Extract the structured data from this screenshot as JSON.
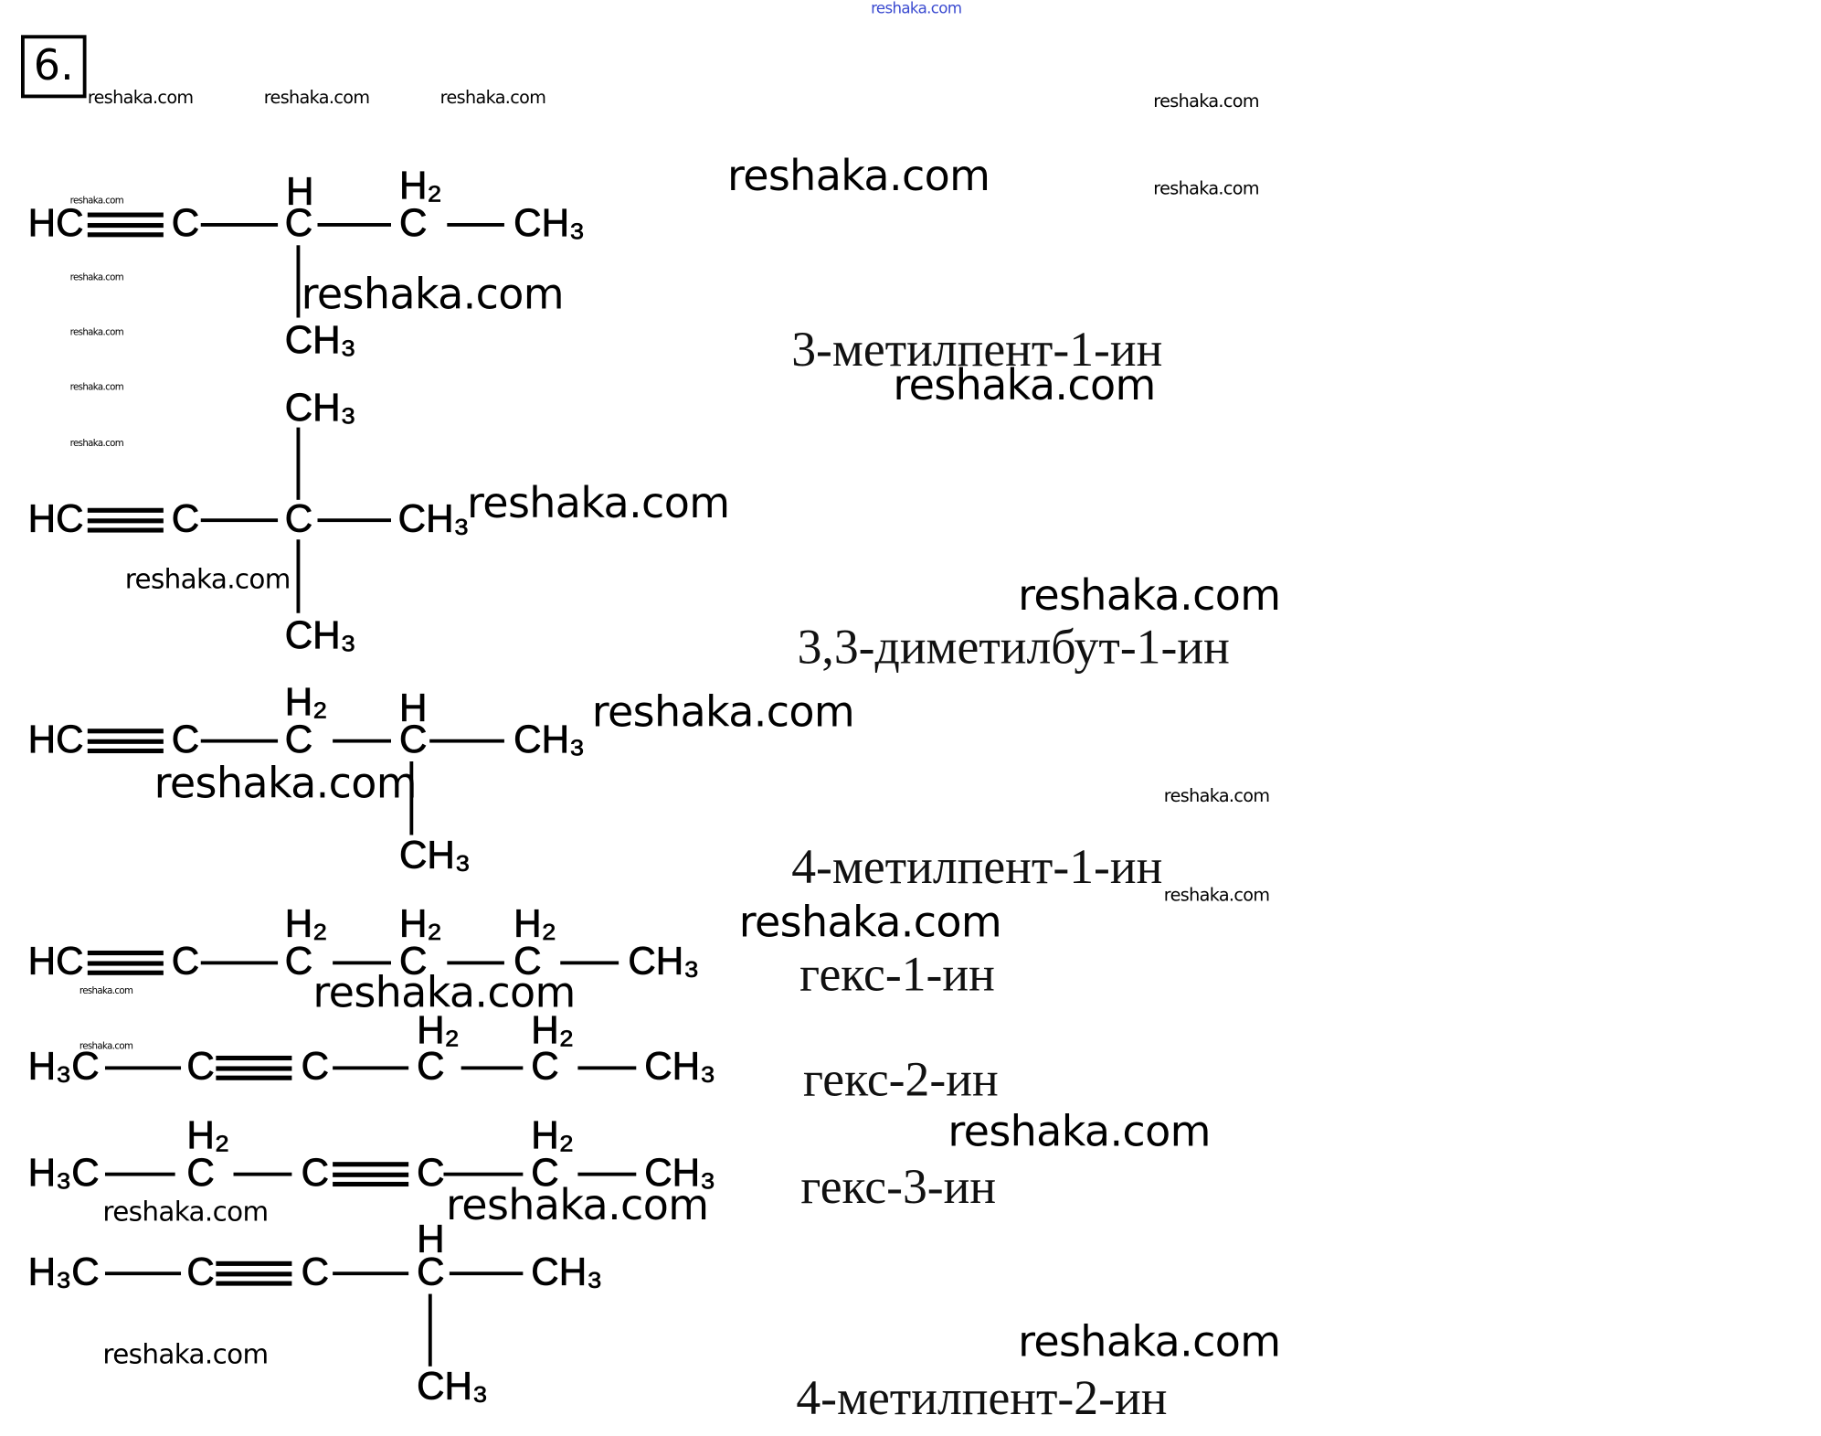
{
  "task_number": "6.",
  "molecules": [
    {
      "name": "3-метилпент-1-ин",
      "atoms": [
        "HC",
        "C",
        "C",
        "H",
        "C",
        "H₂",
        "CH₃",
        "CH₃"
      ]
    },
    {
      "name": "3,3-диметилбут-1-ин",
      "atoms": [
        "CH₃",
        "HC",
        "C",
        "C",
        "CH₃",
        "CH₃"
      ]
    },
    {
      "name": "4-метилпент-1-ин",
      "atoms": [
        "HC",
        "C",
        "C",
        "H₂",
        "C",
        "H",
        "CH₃",
        "CH₃"
      ]
    },
    {
      "name": "гекс-1-ин",
      "atoms": [
        "HC",
        "C",
        "C",
        "H₂",
        "C",
        "H₂",
        "C",
        "H₂",
        "CH₃"
      ]
    },
    {
      "name": "гекс-2-ин",
      "atoms": [
        "H₃C",
        "C",
        "C",
        "C",
        "H₂",
        "C",
        "H₂",
        "CH₃"
      ]
    },
    {
      "name": "гекс-3-ин",
      "atoms": [
        "H₃C",
        "C",
        "H₂",
        "C",
        "C",
        "C",
        "H₂",
        "CH₃"
      ]
    },
    {
      "name": "4-метилпент-2-ин",
      "atoms": [
        "H₃C",
        "C",
        "C",
        "C",
        "H",
        "CH₃",
        "CH₃"
      ]
    }
  ],
  "watermarks": [
    "reshaka.com",
    "reshaka.com",
    "reshaka.com",
    "reshaka.com",
    "reshaka.com",
    "reshaka.com",
    "reshaka.com",
    "reshaka.com",
    "reshaka.com",
    "reshaka.com",
    "reshaka.com",
    "reshaka.com",
    "reshaka.com",
    "reshaka.com",
    "reshaka.com",
    "reshaka.com",
    "reshaka.com",
    "reshaka.com",
    "reshaka.com",
    "reshaka.com",
    "reshaka.com",
    "reshaka.com",
    "reshaka.com",
    "reshaka.com",
    "reshaka.com",
    "reshaka.com",
    "reshaka.com",
    "reshaka.com",
    "reshaka.com",
    "reshaka.com"
  ]
}
